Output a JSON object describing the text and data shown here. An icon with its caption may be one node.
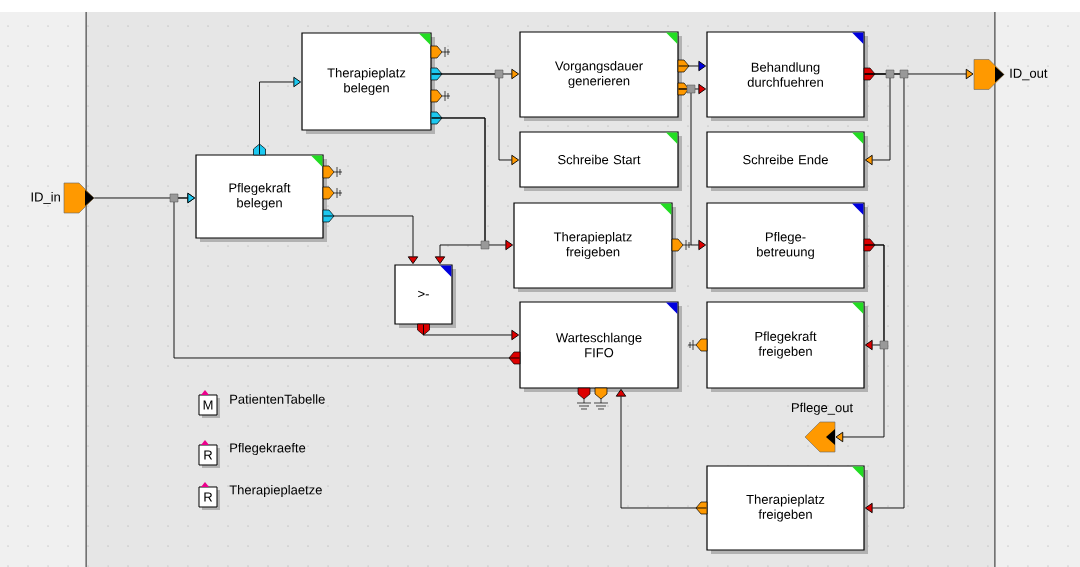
{
  "diagram": {
    "nodes": [
      {
        "text": [
          "ID_in"
        ]
      },
      {
        "text": [
          "Pflegekraft belegen"
        ]
      },
      {
        "text": [
          "Therapieplatz belegen"
        ]
      },
      {
        "text": [
          "Vorgangsdauer generieren"
        ]
      },
      {
        "text": [
          "Schreibe Start"
        ]
      },
      {
        "text": [
          "Behandlung durchfuehren"
        ]
      },
      {
        "text": [
          "Schreibe Ende"
        ]
      },
      {
        "text": [
          "ID_out"
        ]
      },
      {
        "text": [
          "Therapieplatz freigeben"
        ]
      },
      {
        "text": [
          "Pflege- betreuung"
        ]
      },
      {
        "text": [
          ">-"
        ]
      },
      {
        "text": [
          "Warteschlange FIFO"
        ]
      },
      {
        "text": [
          "Pflegekraft freigeben"
        ]
      },
      {
        "text": [
          "Pflege_out"
        ]
      },
      {
        "text": [
          "Therapieplatz freigeben"
        ]
      },
      {
        "text": [
          "M"
        ],
        "beside": [
          "PatientenTabelle"
        ]
      },
      {
        "text": [
          "R"
        ],
        "beside": [
          "Pflegekraefte"
        ]
      },
      {
        "text": [
          "R"
        ],
        "beside": [
          "Therapieplaetze"
        ]
      }
    ],
    "edges": [
      {
        "from": 0,
        "to": 1,
        "arrow": "to"
      },
      {
        "from": 11,
        "to": 1,
        "arrow": "to"
      },
      {
        "from": 1,
        "to": 2,
        "arrow": "to"
      },
      {
        "from": 1,
        "to": 10,
        "arrow": "to"
      },
      {
        "from": 2,
        "to": 3,
        "arrow": "to"
      },
      {
        "from": 2,
        "to": 4,
        "arrow": "to"
      },
      {
        "from": 2,
        "to": 8,
        "arrow": "to"
      },
      {
        "from": 2,
        "to": 10,
        "arrow": "to"
      },
      {
        "from": 3,
        "to": 5,
        "arrow": "to"
      },
      {
        "from": 3,
        "to": 5,
        "arrow": "to"
      },
      {
        "from": 3,
        "to": 9,
        "arrow": "to"
      },
      {
        "from": 5,
        "to": 7,
        "arrow": "to"
      },
      {
        "from": 5,
        "to": 6,
        "arrow": "to"
      },
      {
        "from": 5,
        "to": 14,
        "arrow": "to"
      },
      {
        "from": 9,
        "to": 12,
        "arrow": "to"
      },
      {
        "from": 9,
        "to": 13,
        "arrow": "to"
      },
      {
        "from": 10,
        "to": 11,
        "arrow": "to"
      },
      {
        "from": 14,
        "to": 11,
        "arrow": "to"
      }
    ]
  }
}
